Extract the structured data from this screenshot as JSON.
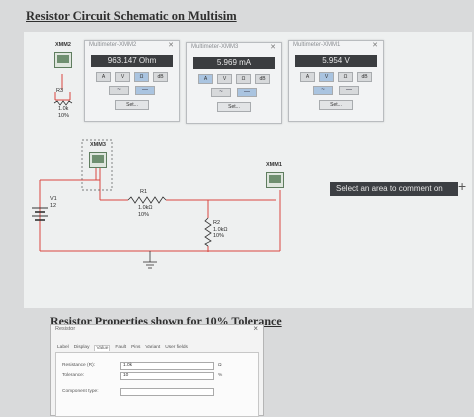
{
  "titles": {
    "main": "Resistor Circuit Schematic on Multisim",
    "properties": "Resistor Properties shown for 10% Tolerance"
  },
  "meters": [
    {
      "window_title": "Multimeter-XMM2",
      "reading": "963.147 Ohm",
      "buttons": [
        "A",
        "V",
        "Ω",
        "dB"
      ],
      "active_button": "Ω",
      "active_wave": "dc",
      "set_label": "Set..."
    },
    {
      "window_title": "Multimeter-XMM3",
      "reading": "5.969 mA",
      "buttons": [
        "A",
        "V",
        "Ω",
        "dB"
      ],
      "active_button": "A",
      "active_wave": "dc",
      "set_label": "Set..."
    },
    {
      "window_title": "Multimeter-XMM1",
      "reading": "5.954 V",
      "buttons": [
        "A",
        "V",
        "Ω",
        "dB"
      ],
      "active_button": "V",
      "active_wave": "ac",
      "set_label": "Set..."
    }
  ],
  "instruments": {
    "xmm2": "XMM2",
    "xmm3": "XMM3",
    "xmm1": "XMM1"
  },
  "components": {
    "r3": {
      "name": "R3",
      "value": "1.0k",
      "tol": "10%"
    },
    "r1": {
      "name": "R1",
      "value": "1.0kΩ",
      "tol": "10%"
    },
    "r2": {
      "name": "R2",
      "value": "1.0kΩ",
      "tol": "10%"
    },
    "v1": {
      "name": "V1",
      "value": "12"
    }
  },
  "comment_bar": "Select an area to comment on",
  "dialog": {
    "title": "Resistor",
    "close": "×",
    "tabs": [
      "Label",
      "Display",
      "Value",
      "Fault",
      "Pins",
      "Variant",
      "User fields"
    ],
    "active_tab": "Value",
    "fields": [
      {
        "label": "Resistance (R):",
        "value": "1.0k",
        "unit": "Ω"
      },
      {
        "label": "Tolerance:",
        "value": "10",
        "unit": "%"
      },
      {
        "label": "Component type:",
        "value": ""
      }
    ]
  },
  "colors": {
    "wire_red": "#d9463f",
    "display_bg": "#3b3d40",
    "instrument_green": "#6f8f70",
    "active_button": "#aac4e0"
  }
}
